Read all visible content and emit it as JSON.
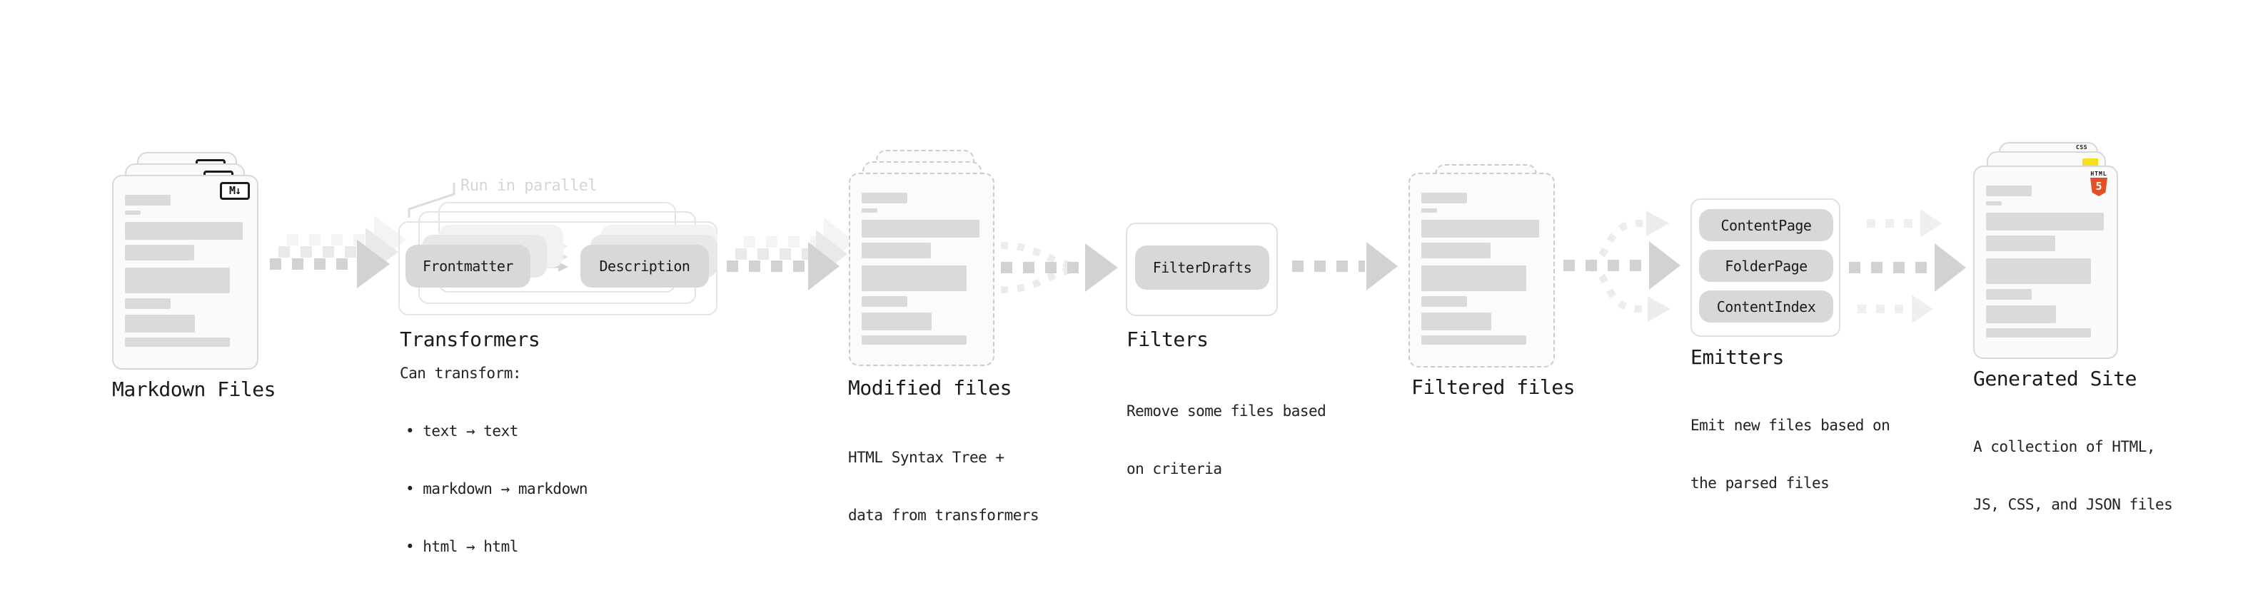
{
  "colors": {
    "background": "#ffffff",
    "card_background": "#fafafa",
    "card_border": "#d8d8d8",
    "dashed_card_border": "#cbcbcb",
    "placeholder_bar": "#dadada",
    "pill_background": "#d8d8d8",
    "group_box_border": "#e4e4e4",
    "arrow_main": "#d2d2d2",
    "arrow_ghost": "#ececec",
    "heading_text": "#1a1a1a",
    "annotation_text": "#d5d5d5",
    "html5_orange": "#e34f26",
    "js_yellow": "#f7df1e",
    "css_blue": "#2c62f0"
  },
  "stages": {
    "markdown": {
      "label": "Markdown Files",
      "file_icon_letter": "M",
      "file_icon_arrow": "↓"
    },
    "transformers": {
      "label": "Transformers",
      "annotation": "Run in parallel",
      "pills": [
        "Frontmatter",
        "Description"
      ],
      "description_title": "Can transform:",
      "bullets": [
        "• text → text",
        "• markdown → markdown",
        "• html → html"
      ]
    },
    "modified": {
      "label": "Modified files",
      "description": [
        "HTML Syntax Tree +",
        "data from transformers"
      ]
    },
    "filters": {
      "label": "Filters",
      "pills": [
        "FilterDrafts"
      ],
      "description": [
        "Remove some files based",
        "on criteria"
      ]
    },
    "filtered": {
      "label": "Filtered files"
    },
    "emitters": {
      "label": "Emitters",
      "pills": [
        "ContentPage",
        "FolderPage",
        "ContentIndex"
      ],
      "description": [
        "Emit new files based on",
        "the parsed files"
      ]
    },
    "generated": {
      "label": "Generated Site",
      "description": [
        "A collection of HTML,",
        "JS, CSS, and JSON files"
      ],
      "badges": {
        "html_label": "HTML",
        "html_number": "5",
        "css_label": "CSS"
      }
    }
  }
}
